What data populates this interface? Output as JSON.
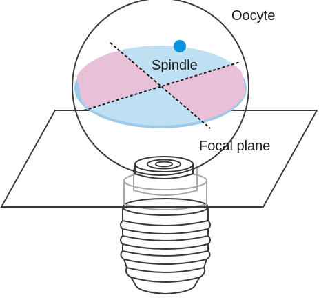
{
  "labels": {
    "oocyte": "Oocyte",
    "spindle": "Spindle",
    "focal_plane": "Focal plane"
  },
  "colors": {
    "quadrant_pink": "#e8c1d8",
    "quadrant_blue": "#bfe0f3",
    "plate_edge": "#9ccbe9",
    "spindle_dot": "#0a94dc",
    "outline": "#3a3a3a",
    "objective_light": "#a8a8a8"
  }
}
